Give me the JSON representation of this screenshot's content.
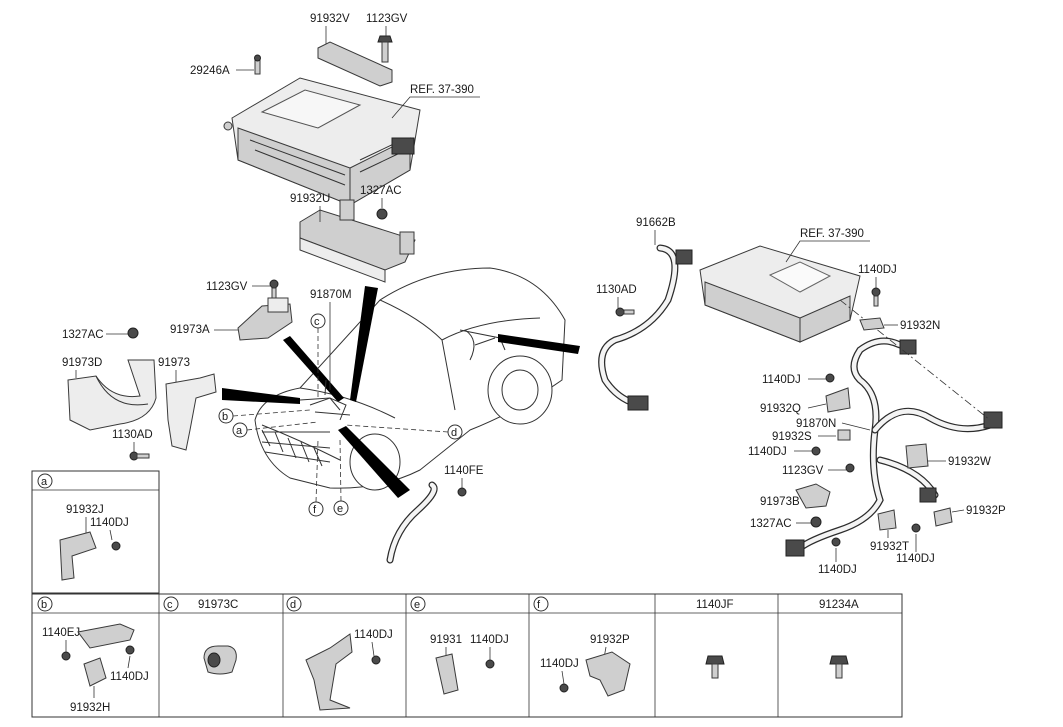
{
  "callouts": {
    "a": "a",
    "b": "b",
    "c": "c",
    "d": "d",
    "e": "e",
    "f": "f"
  },
  "labels": {
    "p91932V": "91932V",
    "p1123GV_top": "1123GV",
    "p29246A": "29246A",
    "ref_top": "REF. 37-390",
    "p91932U": "91932U",
    "p1327AC_top": "1327AC",
    "p1123GV_mid": "1123GV",
    "p91870M": "91870M",
    "p91973A": "91973A",
    "p1327AC_left": "1327AC",
    "p91973D": "91973D",
    "p91973": "91973",
    "p1130AD_left": "1130AD",
    "p1140FE": "1140FE",
    "p91662B": "91662B",
    "ref_right": "REF. 37-390",
    "p1130AD_right": "1130AD",
    "p1140DJ_r1": "1140DJ",
    "p91932N": "91932N",
    "p1140DJ_r2": "1140DJ",
    "p91932Q": "91932Q",
    "p91870N": "91870N",
    "p91932S": "91932S",
    "p1140DJ_r3": "1140DJ",
    "p91932W": "91932W",
    "p1123GV_right": "1123GV",
    "p91973B": "91973B",
    "p91932P_right": "91932P",
    "p1327AC_right": "1327AC",
    "p91932T": "91932T",
    "p1140DJ_r4": "1140DJ",
    "p1140DJ_r5": "1140DJ"
  },
  "detail_boxes": {
    "a": {
      "letter": "a",
      "parts": [
        "91932J",
        "1140DJ"
      ]
    },
    "b": {
      "letter": "b",
      "parts": [
        "1140EJ",
        "1140DJ",
        "91932H"
      ]
    },
    "c": {
      "letter": "c",
      "parts": [
        "91973C"
      ]
    },
    "d": {
      "letter": "d",
      "parts": [
        "1140DJ"
      ]
    },
    "e": {
      "letter": "e",
      "parts": [
        "91931",
        "1140DJ"
      ]
    },
    "f": {
      "letter": "f",
      "parts": [
        "91932P",
        "1140DJ"
      ]
    },
    "g": {
      "header": "1140JF"
    },
    "h": {
      "header": "91234A"
    }
  },
  "icons": [
    "bolt-icon",
    "nut-icon",
    "clip-icon",
    "bracket-icon",
    "connector-icon",
    "inverter-module-icon",
    "car-body-icon"
  ]
}
